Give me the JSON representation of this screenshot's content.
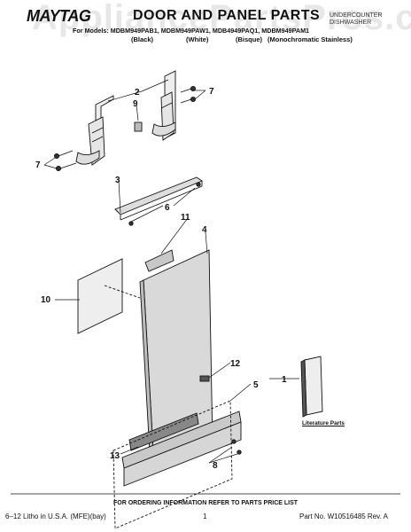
{
  "header": {
    "brand": "MAYTAG",
    "title": "DOOR AND PANEL PARTS",
    "product_line1": "UNDERCOUNTER",
    "product_line2": "DISHWASHER",
    "models": "For Models: MDBM949PAB1, MDBM949PAW1, MDB4949PAQ1, MDBM949PAM1",
    "variants": [
      "(Black)",
      "(White)",
      "(Bisque)",
      "(Monochromatic Stainless)"
    ]
  },
  "watermark": "AppliancePartsPros.com",
  "callouts": [
    "1",
    "2",
    "3",
    "4",
    "5",
    "6",
    "7",
    "7",
    "8",
    "9",
    "10",
    "11",
    "12",
    "13"
  ],
  "literature_label": "Literature Parts",
  "footnote": "FOR ORDERING INFORMATION REFER TO PARTS PRICE LIST",
  "footer": {
    "left": "6–12 Litho in U.S.A. (MFE)(bay)",
    "page": "1",
    "part_no": "Part No. W10516485 Rev. A"
  },
  "colors": {
    "ink": "#111111",
    "door_fill": "#d9d9d9",
    "panel_fill": "#c9c9c9",
    "watermark": "#9a9a9a"
  }
}
